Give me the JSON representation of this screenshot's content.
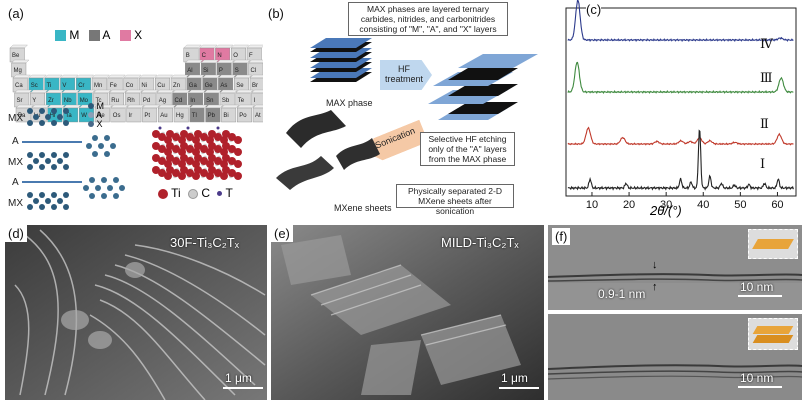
{
  "panels": {
    "a": {
      "label": "(a)",
      "legend": {
        "m": "M",
        "a": "A",
        "x": "X"
      },
      "layer_labels": [
        "MX",
        "A",
        "MX",
        "A",
        "MX"
      ],
      "mini_legend": [
        "M",
        "A",
        "X"
      ],
      "atom_legend": {
        "ti": "Ti",
        "c": "C",
        "t": "T"
      },
      "periodic_row1": [
        "Be",
        "",
        "",
        "",
        "",
        "",
        "",
        "",
        "",
        "",
        "",
        "B",
        "C",
        "N",
        "O",
        "F"
      ],
      "periodic_row2": [
        "Mg",
        "",
        "",
        "",
        "",
        "",
        "",
        "",
        "",
        "",
        "",
        "Al",
        "Si",
        "P",
        "S",
        "Cl"
      ],
      "periodic_row3": [
        "Ca",
        "Sc",
        "Ti",
        "V",
        "Cr",
        "Mn",
        "Fe",
        "Co",
        "Ni",
        "Cu",
        "Zn",
        "Ga",
        "Ge",
        "As",
        "Se",
        "Br"
      ],
      "periodic_row4": [
        "Sr",
        "Y",
        "Zr",
        "Nb",
        "Mo",
        "Tc",
        "Ru",
        "Rh",
        "Pd",
        "Ag",
        "Cd",
        "In",
        "Sn",
        "Sb",
        "Te",
        "I"
      ],
      "periodic_row5": [
        "Ba",
        "Lu",
        "Hf",
        "Ta",
        "W",
        "Re",
        "Os",
        "Ir",
        "Pt",
        "Au",
        "Hg",
        "Tl",
        "Pb",
        "Bi",
        "Po",
        "At"
      ]
    },
    "b": {
      "label": "(b)",
      "box1": "MAX phases are layered ternary carbides, nitrides, and carbonitrides consisting of \"M\", \"A\", and \"X\" layers",
      "max_phase": "MAX phase",
      "hf_treatment": "HF treatment",
      "box2": "Selective HF etching only of the \"A\" layers from the MAX phase",
      "sonication": "Sonication",
      "box3": "Physically separated 2-D MXene sheets after sonication",
      "mxene_sheets": "MXene sheets"
    },
    "c": {
      "label": "(c)",
      "xlabel": "2θ/(°)",
      "curve_labels": [
        "Ⅳ",
        "Ⅲ",
        "Ⅱ",
        "Ⅰ"
      ]
    },
    "d": {
      "label": "(d)",
      "title": "30F-Ti₃C₂Tₓ",
      "scale": "1 μm"
    },
    "e": {
      "label": "(e)",
      "title": "MILD-Ti₃C₂Tₓ",
      "scale": "1 μm"
    },
    "f": {
      "label": "(f)",
      "thickness": "0.9-1 nm",
      "scale_top": "10 nm",
      "scale_bottom": "10 nm"
    }
  },
  "chart_data": {
    "type": "line",
    "xlabel": "2θ/(°)",
    "ylabel": "",
    "xlim": [
      3,
      65
    ],
    "xticks": [
      10,
      20,
      30,
      40,
      50,
      60
    ],
    "series": [
      {
        "name": "Ⅳ",
        "color": "#2c3a8c",
        "peaks": [
          [
            6.2,
            1.0
          ],
          [
            60.8,
            0.05
          ]
        ]
      },
      {
        "name": "Ⅲ",
        "color": "#3f8a3f",
        "peaks": [
          [
            6.0,
            0.75
          ],
          [
            61.0,
            0.35
          ]
        ]
      },
      {
        "name": "Ⅱ",
        "color": "#c0392b",
        "peaks": [
          [
            9.0,
            0.5
          ],
          [
            18.3,
            0.2
          ],
          [
            27.5,
            0.08
          ],
          [
            34.0,
            0.1
          ],
          [
            36.5,
            0.08
          ],
          [
            39.0,
            0.2
          ],
          [
            41.8,
            0.1
          ],
          [
            48.5,
            0.05
          ],
          [
            60.5,
            0.3
          ]
        ]
      },
      {
        "name": "Ⅰ",
        "color": "#222222",
        "peaks": [
          [
            9.5,
            0.15
          ],
          [
            19.2,
            0.08
          ],
          [
            33.9,
            0.15
          ],
          [
            36.7,
            0.1
          ],
          [
            39.0,
            1.0
          ],
          [
            41.8,
            0.2
          ],
          [
            44.9,
            0.08
          ],
          [
            48.4,
            0.05
          ],
          [
            52.3,
            0.06
          ],
          [
            56.5,
            0.08
          ],
          [
            60.2,
            0.15
          ]
        ]
      }
    ]
  }
}
